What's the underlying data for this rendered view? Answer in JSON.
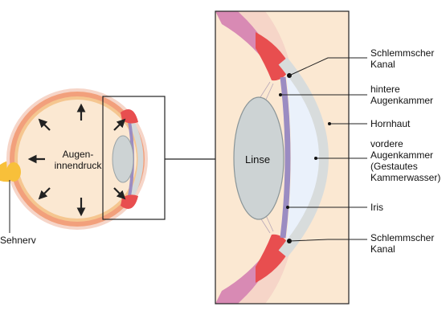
{
  "diagram": {
    "labels": {
      "pressure": [
        "Augen-",
        "innendruck"
      ],
      "optic_nerve": "Sehnerv",
      "lens": "Linse",
      "schlemm_top": [
        "Schlemmscher",
        "Kanal"
      ],
      "posterior_chamber": [
        "hintere",
        "Augenkammer"
      ],
      "cornea": "Hornhaut",
      "anterior_chamber": [
        "vordere",
        "Augenkammer",
        "(Gestautes",
        "Kammerwasser)"
      ],
      "iris": "Iris",
      "schlemm_bottom": [
        "Schlemmscher",
        "Kanal"
      ]
    },
    "colors": {
      "vitreous": "#fbe8d2",
      "retina_layer": "#f5c690",
      "choroid": "#f2a07c",
      "sclera": "#f6d5c8",
      "ciliary_body": "#e84e4f",
      "iris": "#9b8cc2",
      "lens": "#cdd3d4",
      "cornea": "#d8dcdc",
      "aqueous": "#eaf1fb",
      "optic_nerve": "#f8c03a",
      "arrows": "#222222"
    },
    "icons": [
      "pressure-arrow-icon"
    ]
  }
}
